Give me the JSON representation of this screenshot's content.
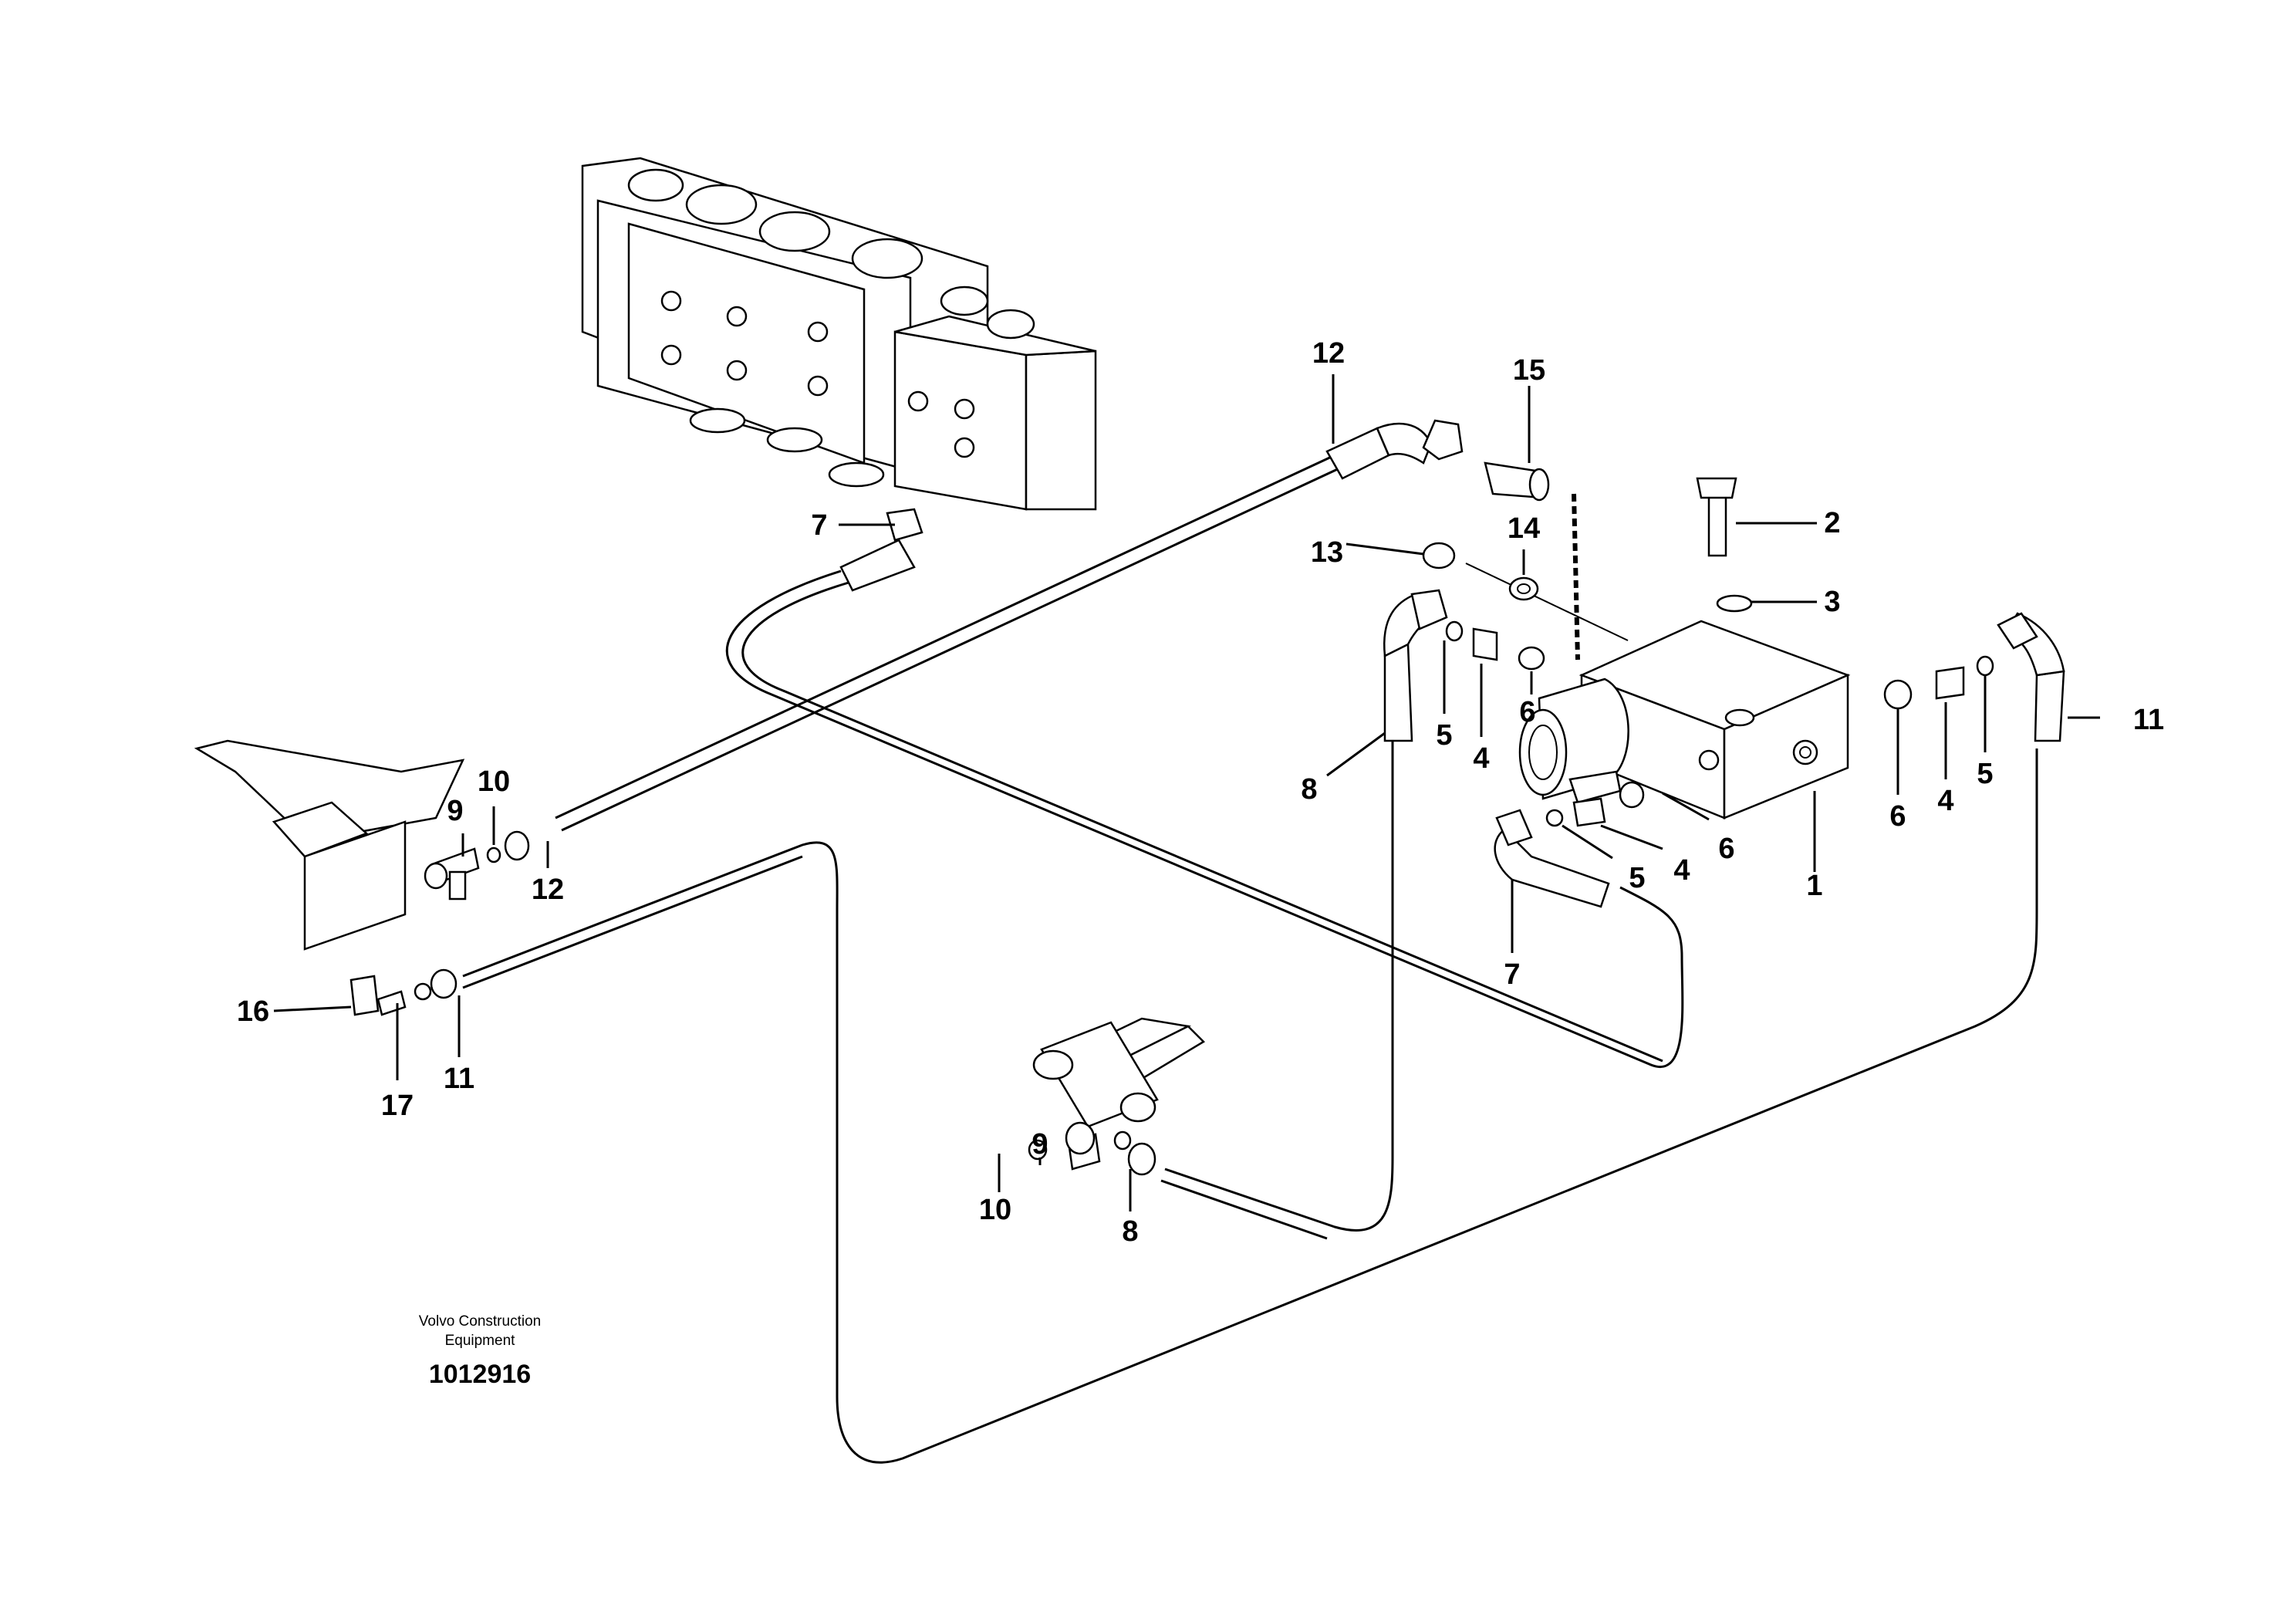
{
  "callouts": {
    "c1": "1",
    "c2": "2",
    "c3": "3",
    "c4a": "4",
    "c4b": "4",
    "c4c": "4",
    "c5a": "5",
    "c5b": "5",
    "c5c": "5",
    "c6a": "6",
    "c6b": "6",
    "c6c": "6",
    "c7a": "7",
    "c7b": "7",
    "c8a": "8",
    "c8b": "8",
    "c9a": "9",
    "c9b": "9",
    "c10a": "10",
    "c10b": "10",
    "c11a": "11",
    "c11b": "11",
    "c12a": "12",
    "c12b": "12",
    "c13": "13",
    "c14": "14",
    "c15": "15",
    "c16": "16",
    "c17": "17"
  },
  "footer": {
    "brand_line1": "Volvo Construction",
    "brand_line2": "Equipment",
    "drawing_number": "1012916"
  }
}
